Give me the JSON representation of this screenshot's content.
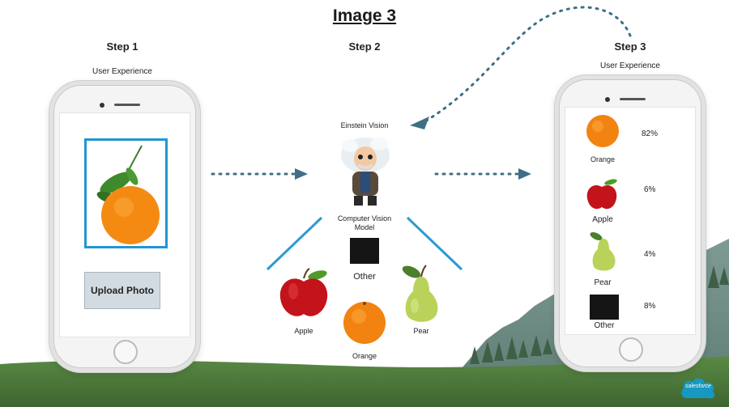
{
  "title": "Image 3",
  "step1": {
    "heading": "Step 1",
    "subtitle": "User Experience",
    "upload_label": "Upload Photo"
  },
  "step2": {
    "heading": "Step 2",
    "einstein_label": "Einstein Vision",
    "model_label_line1": "Computer Vision",
    "model_label_line2": "Model",
    "classes": {
      "other": "Other",
      "apple": "Apple",
      "orange": "Orange",
      "pear": "Pear"
    }
  },
  "step3": {
    "heading": "Step 3",
    "subtitle": "User Experience",
    "results": [
      {
        "label": "Orange",
        "percent": "82%"
      },
      {
        "label": "Apple",
        "percent": "6%"
      },
      {
        "label": "Pear",
        "percent": "4%"
      },
      {
        "label": "Other",
        "percent": "8%"
      }
    ]
  },
  "brand": "salesforce",
  "colors": {
    "accent_blue": "#2196d3",
    "arrow": "#3f6f86",
    "grass": "#4f7a3a",
    "salesforce_blue": "#1798c1"
  }
}
